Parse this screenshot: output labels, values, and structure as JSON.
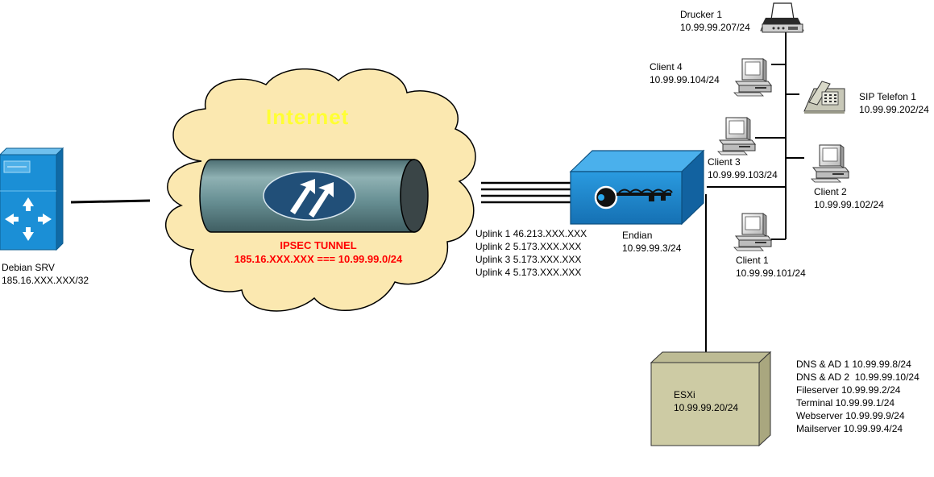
{
  "cloud": {
    "title": "Internet"
  },
  "tunnel": {
    "title": "IPSEC TUNNEL",
    "route": "185.16.XXX.XXX === 10.99.99.0/24"
  },
  "debian": {
    "name": "Debian SRV",
    "ip": "185.16.XXX.XXX/32"
  },
  "uplinks": [
    "Uplink 1 46.213.XXX.XXX",
    "Uplink 2 5.173.XXX.XXX",
    "Uplink 3 5.173.XXX.XXX",
    "Uplink 4 5.173.XXX.XXX"
  ],
  "endian": {
    "name": "Endian",
    "ip": "10.99.99.3/24"
  },
  "printer": {
    "name": "Drucker 1",
    "ip": "10.99.99.207/24"
  },
  "sip": {
    "name": "SIP Telefon 1",
    "ip": "10.99.99.202/24"
  },
  "clients": [
    {
      "name": "Client 4",
      "ip": "10.99.99.104/24"
    },
    {
      "name": "Client 3",
      "ip": "10.99.99.103/24"
    },
    {
      "name": "Client 2",
      "ip": "10.99.99.102/24"
    },
    {
      "name": "Client 1",
      "ip": "10.99.99.101/24"
    }
  ],
  "esxi": {
    "name": "ESXi",
    "ip": "10.99.99.20/24"
  },
  "vms": [
    "DNS & AD 1 10.99.99.8/24",
    "DNS & AD 2  10.99.99.10/24",
    "Fileserver 10.99.99.2/24",
    "Terminal 10.99.99.1/24",
    "Webserver 10.99.99.9/24",
    "Mailserver 10.99.99.4/24"
  ],
  "colors": {
    "router_blue": "#1b8fd6",
    "cloud_fill": "#fbe8b0",
    "tunnel_fill": "#5f8a8e",
    "esxi_fill": "#cdcba4",
    "label_red": "#ff0000",
    "internet_yellow": "#ffff33"
  },
  "icons": {
    "debian": "router-switch-icon",
    "tunnel": "vpn-arrows-icon",
    "endian": "key-firewall-icon",
    "printer": "fax-printer-icon",
    "phone": "telephone-icon",
    "client": "desktop-computer-icon"
  }
}
